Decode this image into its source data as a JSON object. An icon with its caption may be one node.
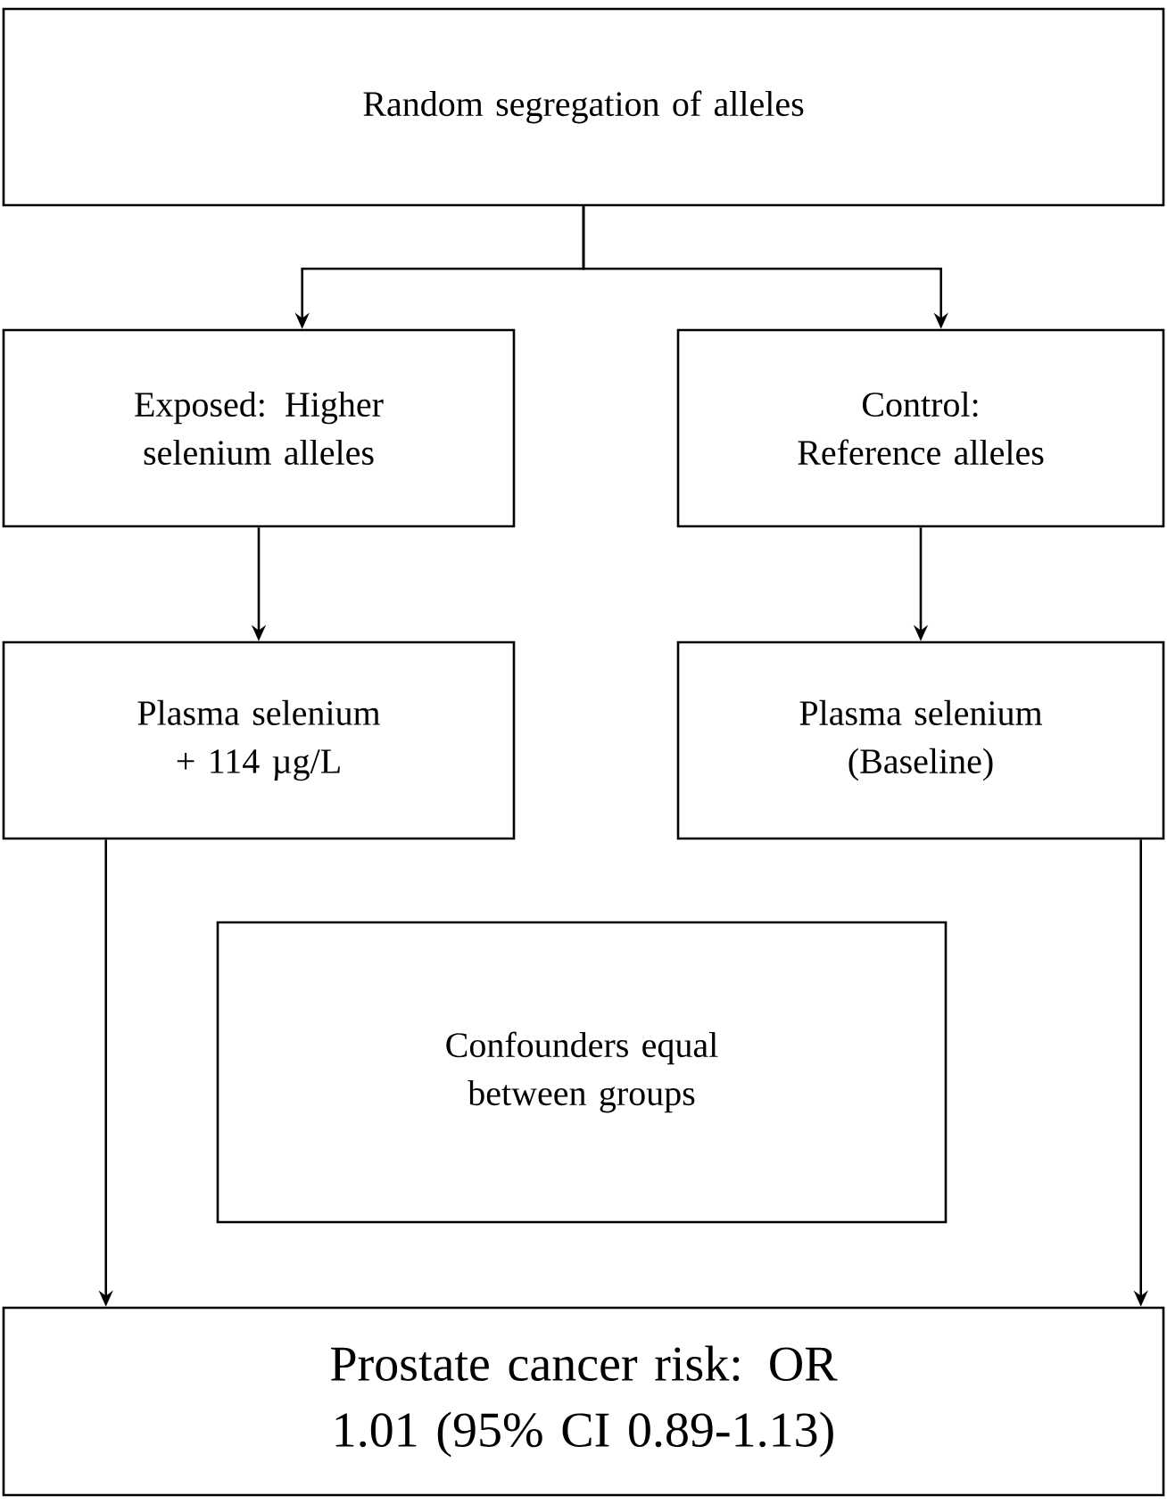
{
  "diagram": {
    "nodes": [
      {
        "text": [
          "Random segregation of alleles"
        ]
      },
      {
        "text": [
          "Exposed: Higher selenium alleles"
        ]
      },
      {
        "text": [
          "Control: Reference alleles"
        ]
      },
      {
        "text": [
          "Plasma selenium + 114 µg/L"
        ]
      },
      {
        "text": [
          "Plasma selenium (Baseline)"
        ]
      },
      {
        "text": [
          "Confounders equal between groups"
        ]
      },
      {
        "text": [
          "Prostate cancer risk: OR 1.01 (95% CI 0.89-1.13)"
        ]
      }
    ],
    "edges": [
      {
        "from": 0,
        "to": 1,
        "arrow": "to"
      },
      {
        "from": 0,
        "to": 2,
        "arrow": "to"
      },
      {
        "from": 1,
        "to": 3,
        "arrow": "to"
      },
      {
        "from": 2,
        "to": 4,
        "arrow": "to"
      },
      {
        "from": 3,
        "to": 6,
        "arrow": "to"
      },
      {
        "from": 4,
        "to": 6,
        "arrow": "to"
      }
    ]
  }
}
